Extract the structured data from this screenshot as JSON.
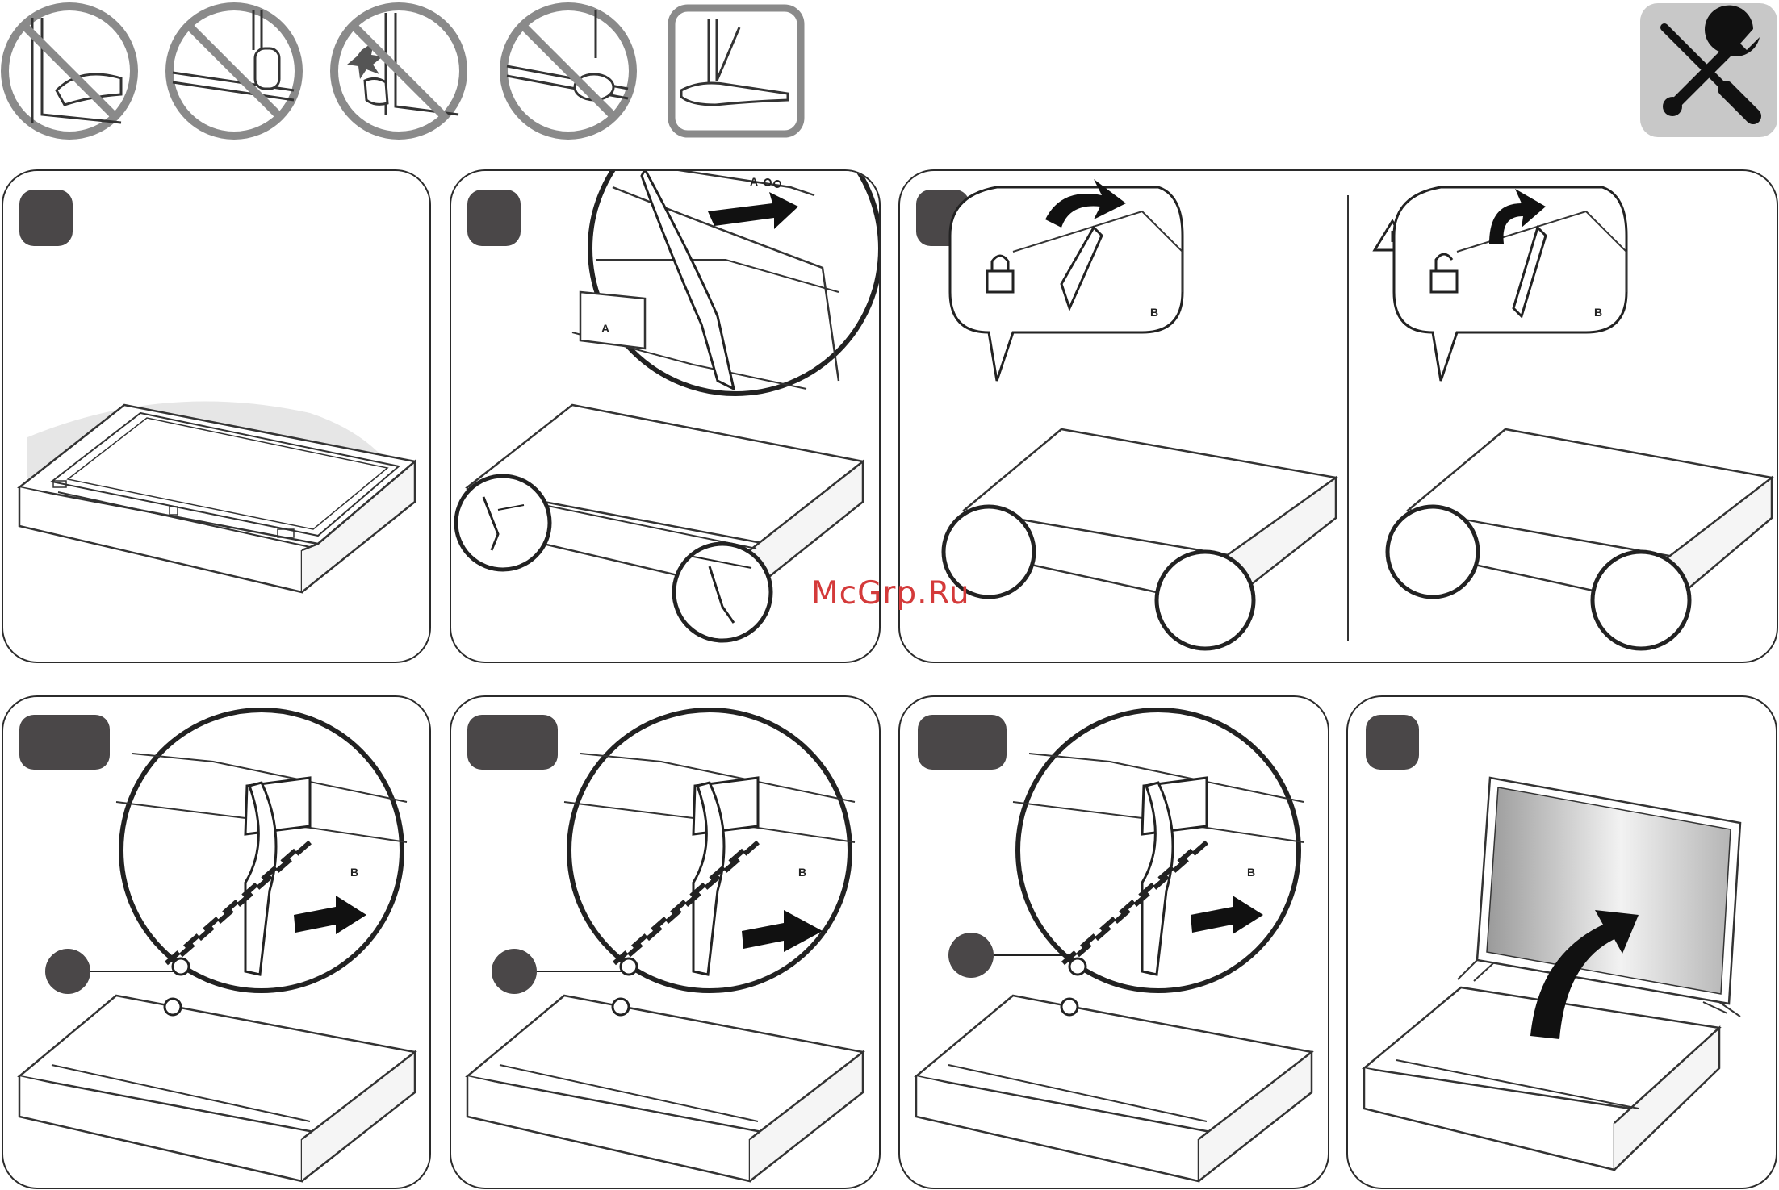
{
  "page": {
    "background": "#ffffff",
    "line_color": "#2b2b2b",
    "badge_color": "#4a4748"
  },
  "header_icons": [
    {
      "name": "no-grip-bezel-icon",
      "kind": "prohibited"
    },
    {
      "name": "no-hold-stand-icon",
      "kind": "prohibited"
    },
    {
      "name": "no-press-screen-icon",
      "kind": "prohibited"
    },
    {
      "name": "no-hold-bottom-bezel-icon",
      "kind": "prohibited"
    },
    {
      "name": "correct-hold-back-icon",
      "kind": "allowed"
    },
    {
      "name": "tools-icon",
      "kind": "tools"
    }
  ],
  "panels": [
    {
      "id": "place-tv-face-down",
      "step": ""
    },
    {
      "id": "insert-stands",
      "step": "",
      "labels": [
        "A",
        "A"
      ]
    },
    {
      "id": "lock-unlock-stands",
      "step": "",
      "labels": [
        "B",
        "B"
      ],
      "icons": [
        "lock-icon",
        "unlock-icon",
        "warning-icon"
      ]
    },
    {
      "id": "screw-stands-1",
      "step": "",
      "labels": [
        "B"
      ]
    },
    {
      "id": "screw-stands-2",
      "step": "",
      "labels": [
        "B"
      ]
    },
    {
      "id": "screw-stands-3",
      "step": "",
      "labels": [
        "B"
      ]
    },
    {
      "id": "stand-tv-upright",
      "step": ""
    }
  ],
  "watermark": {
    "text": "McGrp.Ru",
    "color": "#d43a3a"
  }
}
